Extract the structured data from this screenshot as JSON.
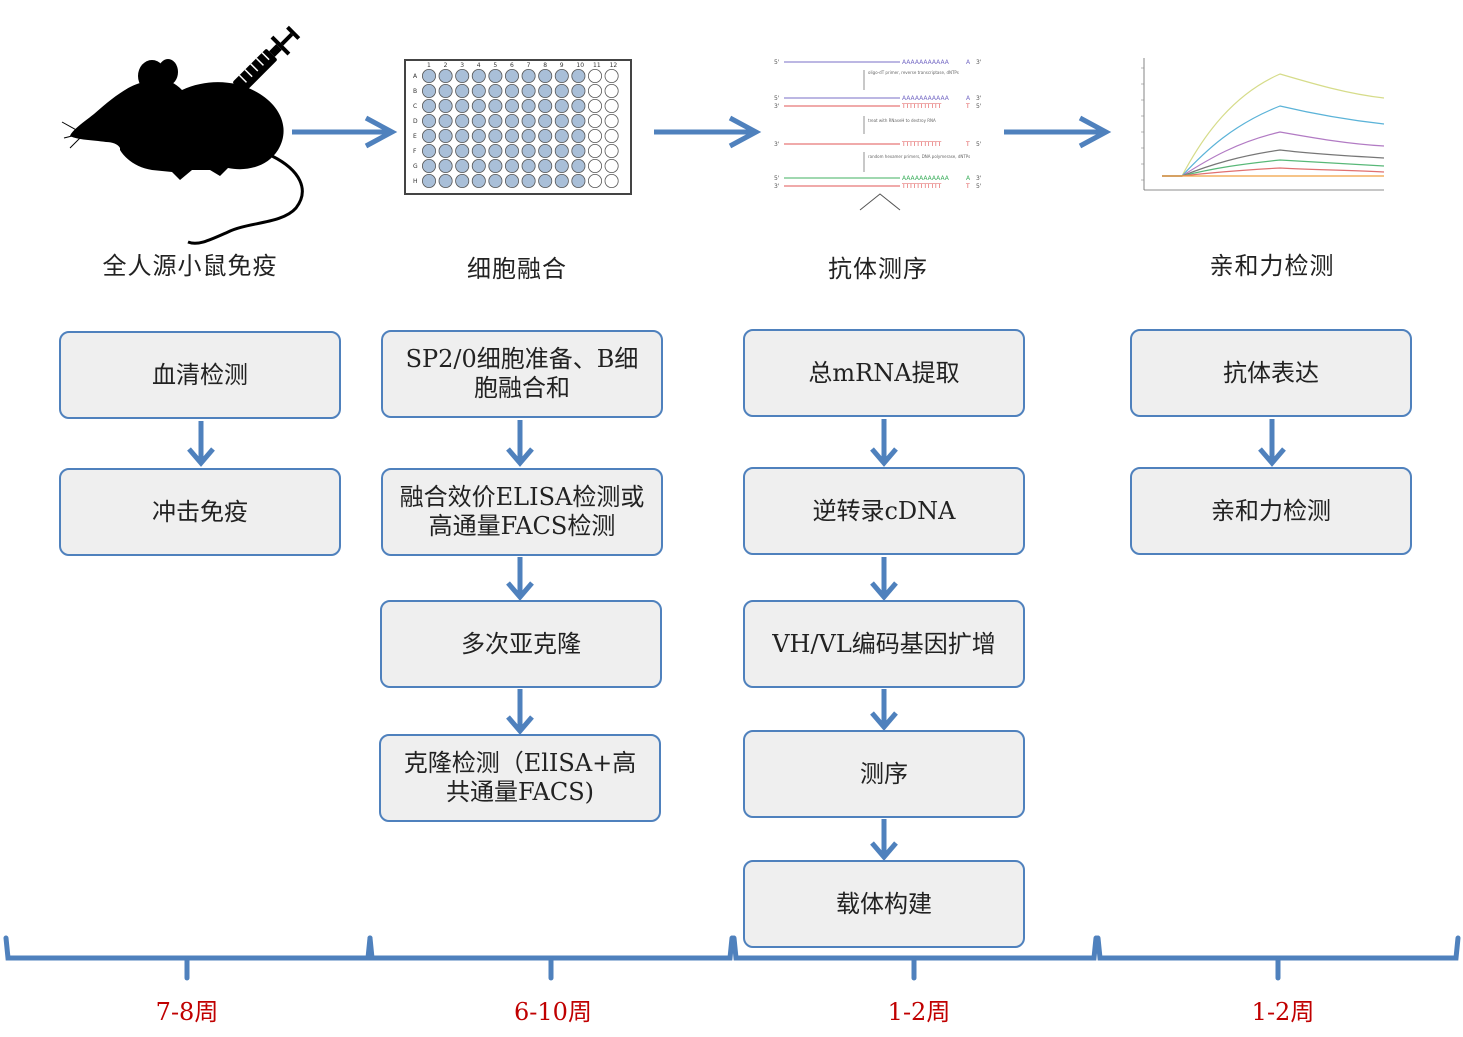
{
  "stages": [
    {
      "title": "全人源小鼠免疫",
      "steps": [
        "血清检测",
        "冲击免疫"
      ],
      "weeks": "7-8周"
    },
    {
      "title": "细胞融合",
      "steps": [
        "SP2/0细胞准备、B细胞融合和",
        "融合效价ELISA检测或高通量FACS检测",
        "多次亚克隆",
        "克隆检测（ElISA+高共通量FACS)"
      ],
      "weeks": "6-10周"
    },
    {
      "title": "抗体测序",
      "steps": [
        "总mRNA提取",
        "逆转录cDNA",
        "VH/VL编码基因扩增",
        "测序",
        "载体构建"
      ],
      "weeks": "1-2周"
    },
    {
      "title": "亲和力检测",
      "steps": [
        "抗体表达",
        "亲和力检测"
      ],
      "weeks": "1-2周"
    }
  ],
  "plate": {
    "columns": [
      "1",
      "2",
      "3",
      "4",
      "5",
      "6",
      "7",
      "8",
      "9",
      "10",
      "11",
      "12"
    ],
    "rows": [
      "A",
      "B",
      "C",
      "D",
      "E",
      "F",
      "G",
      "H"
    ]
  },
  "sequencing": {
    "strand_5": "5'",
    "strand_3": "3'",
    "poly_a": "AAAAAAAAAAA",
    "poly_t": "TTTTTTTTTTT",
    "a_end": "A",
    "t_end": "T",
    "step1_note": "oligo-dT primer, reverse transcriptase, dNTPs",
    "step2_note": "treat with RNaseH to destroy RNA",
    "step3_note": "random hexamer primers, DNA polymerase, dNTPs"
  },
  "colors": {
    "accent": "#4f81bd",
    "box_fill": "#efefef",
    "weeks_text": "#c00000"
  }
}
